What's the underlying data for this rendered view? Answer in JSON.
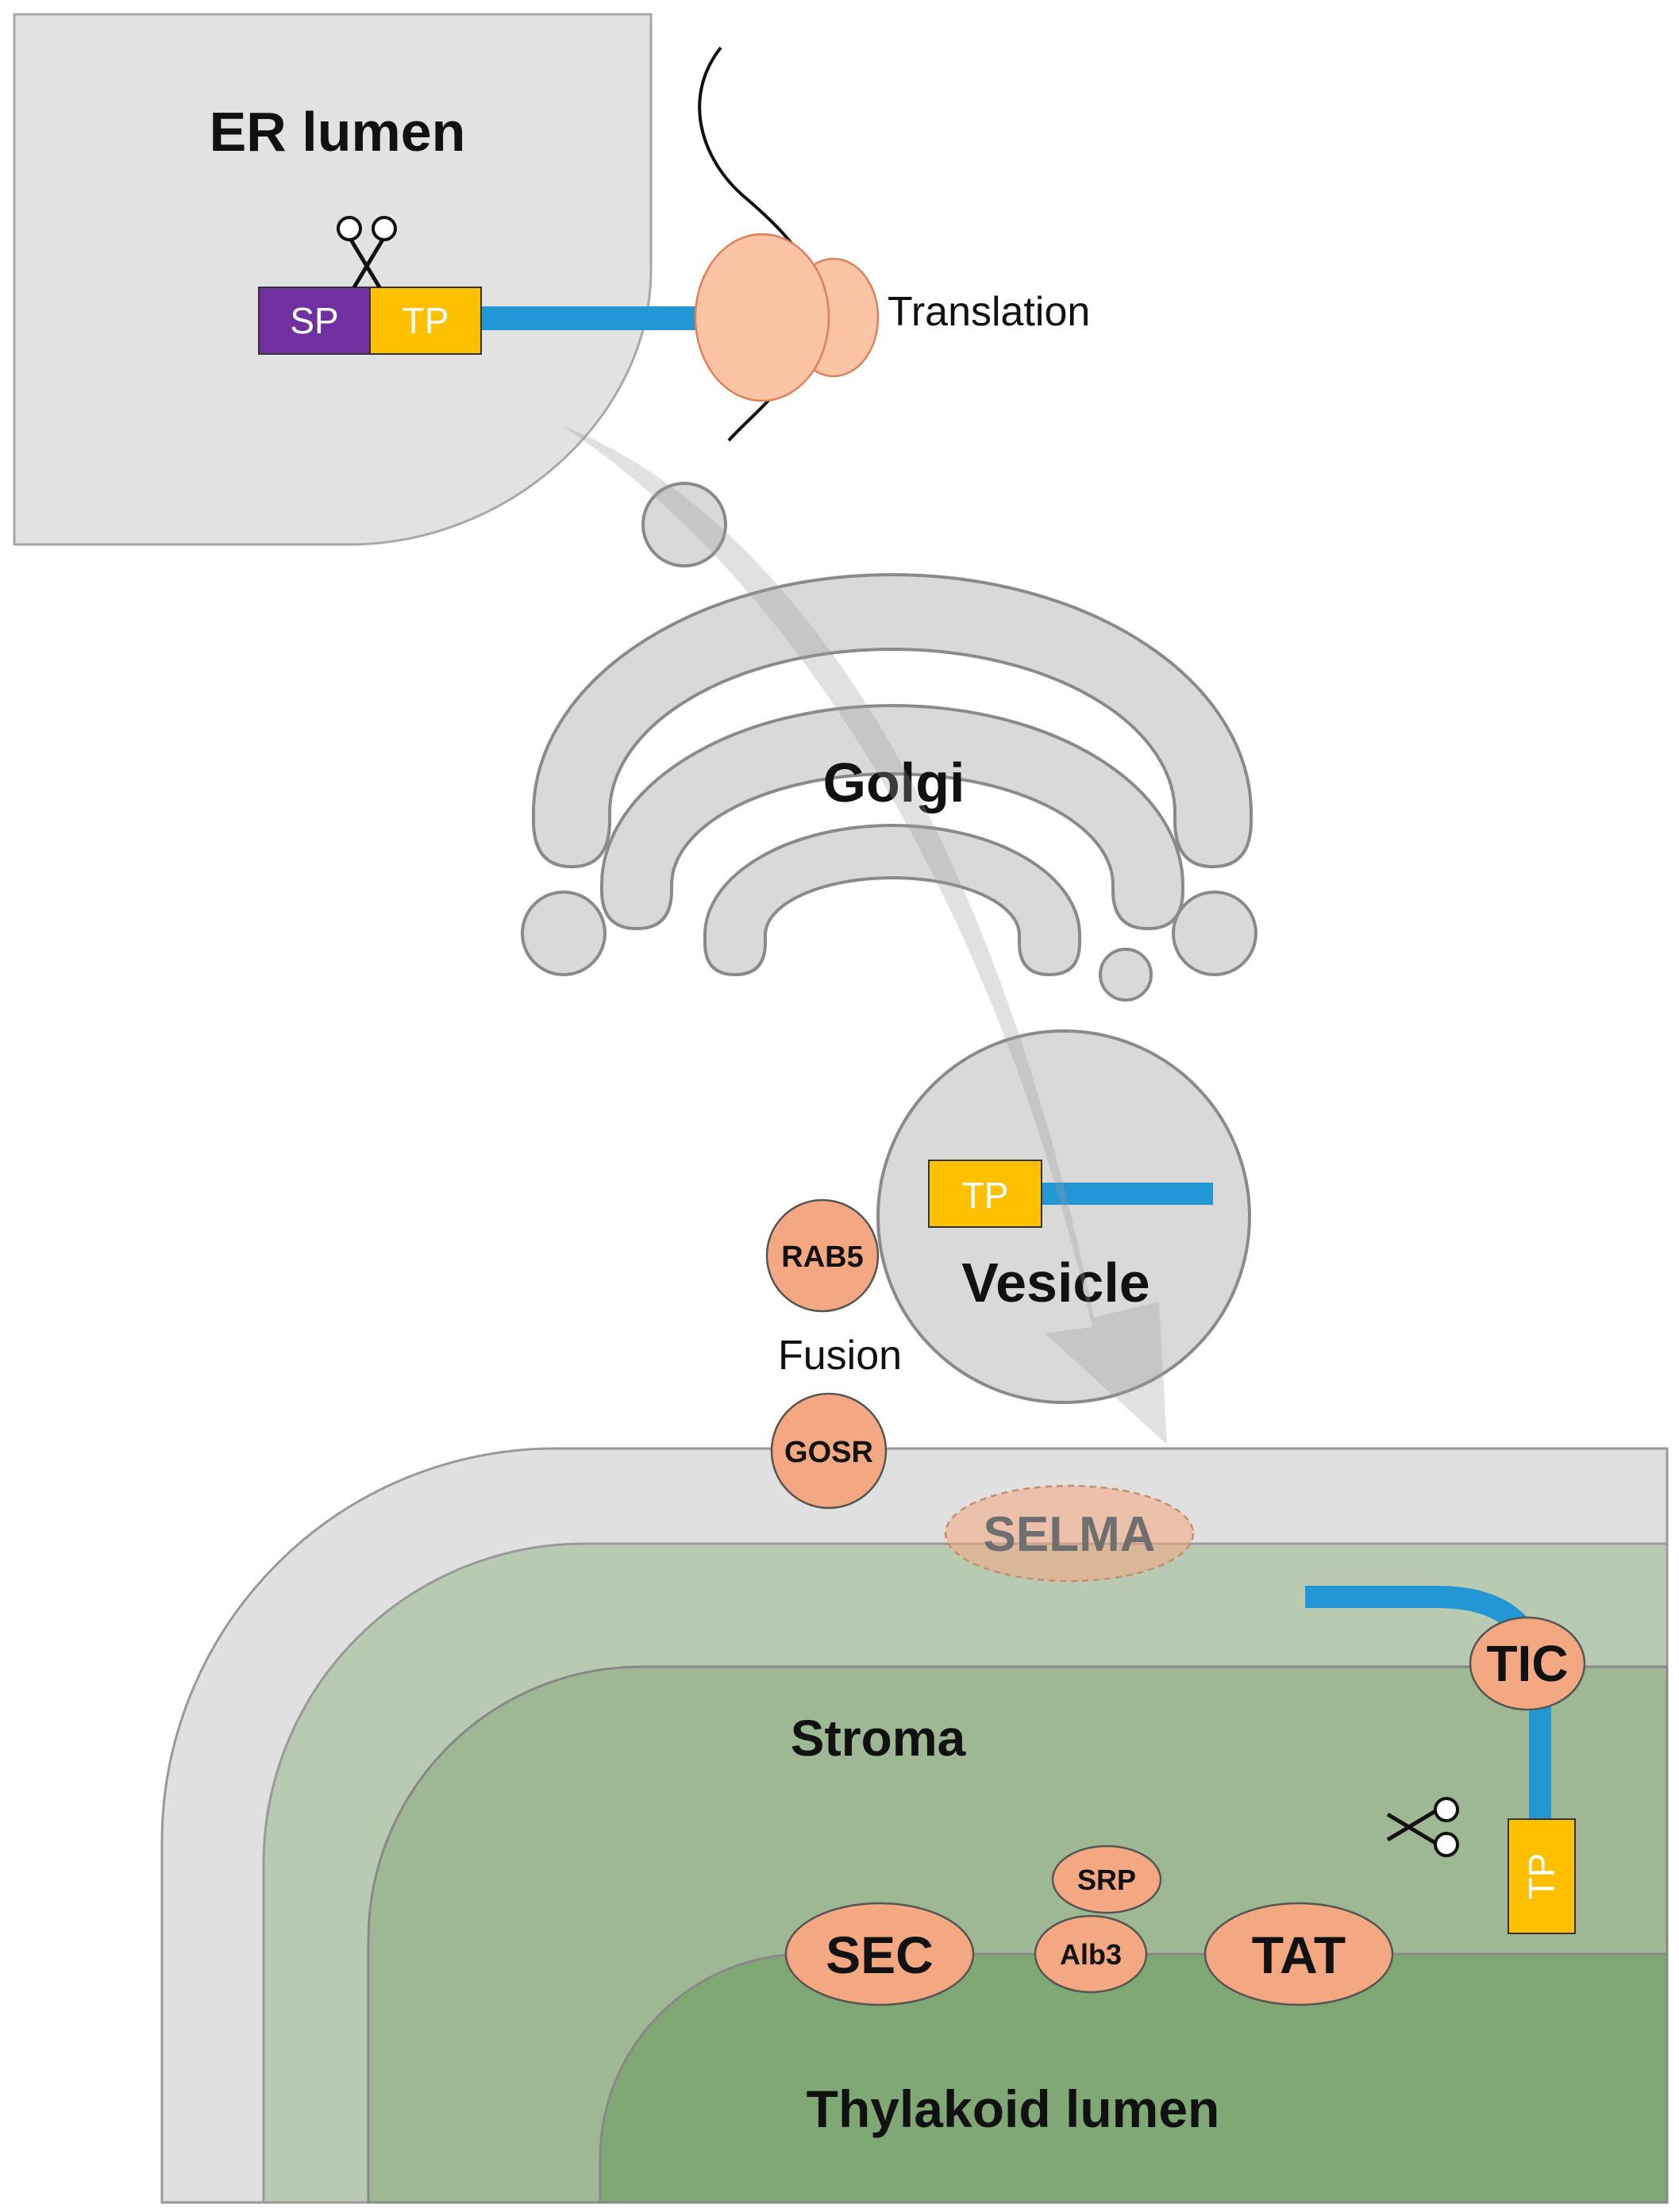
{
  "labels": {
    "er_lumen": "ER lumen",
    "translation": "Translation",
    "golgi": "Golgi",
    "vesicle": "Vesicle",
    "fusion": "Fusion",
    "stroma": "Stroma",
    "thylakoid_lumen": "Thylakoid lumen"
  },
  "peptides": {
    "sp": "SP",
    "tp_er": "TP",
    "tp_vesicle": "TP",
    "tp_stroma": "TP"
  },
  "proteins": {
    "rab5": "RAB5",
    "gosr": "GOSR",
    "selma": "SELMA",
    "tic": "TIC",
    "srp": "SRP",
    "alb3": "Alb3",
    "sec": "SEC",
    "tat": "TAT"
  },
  "icons": {
    "scissors": "scissors-icon"
  },
  "colors": {
    "er": "#e2e2e2",
    "golgi": "#d9d9d9",
    "outer_membrane": "#e0e0e0",
    "periplastid": "#b9cab3",
    "stroma": "#9eb894",
    "thylakoid": "#80a874",
    "protein": "#f4a882",
    "ribosome": "#fbc5a5",
    "chain": "#2297d4",
    "sp": "#7030a0",
    "tp": "#ffc000"
  }
}
